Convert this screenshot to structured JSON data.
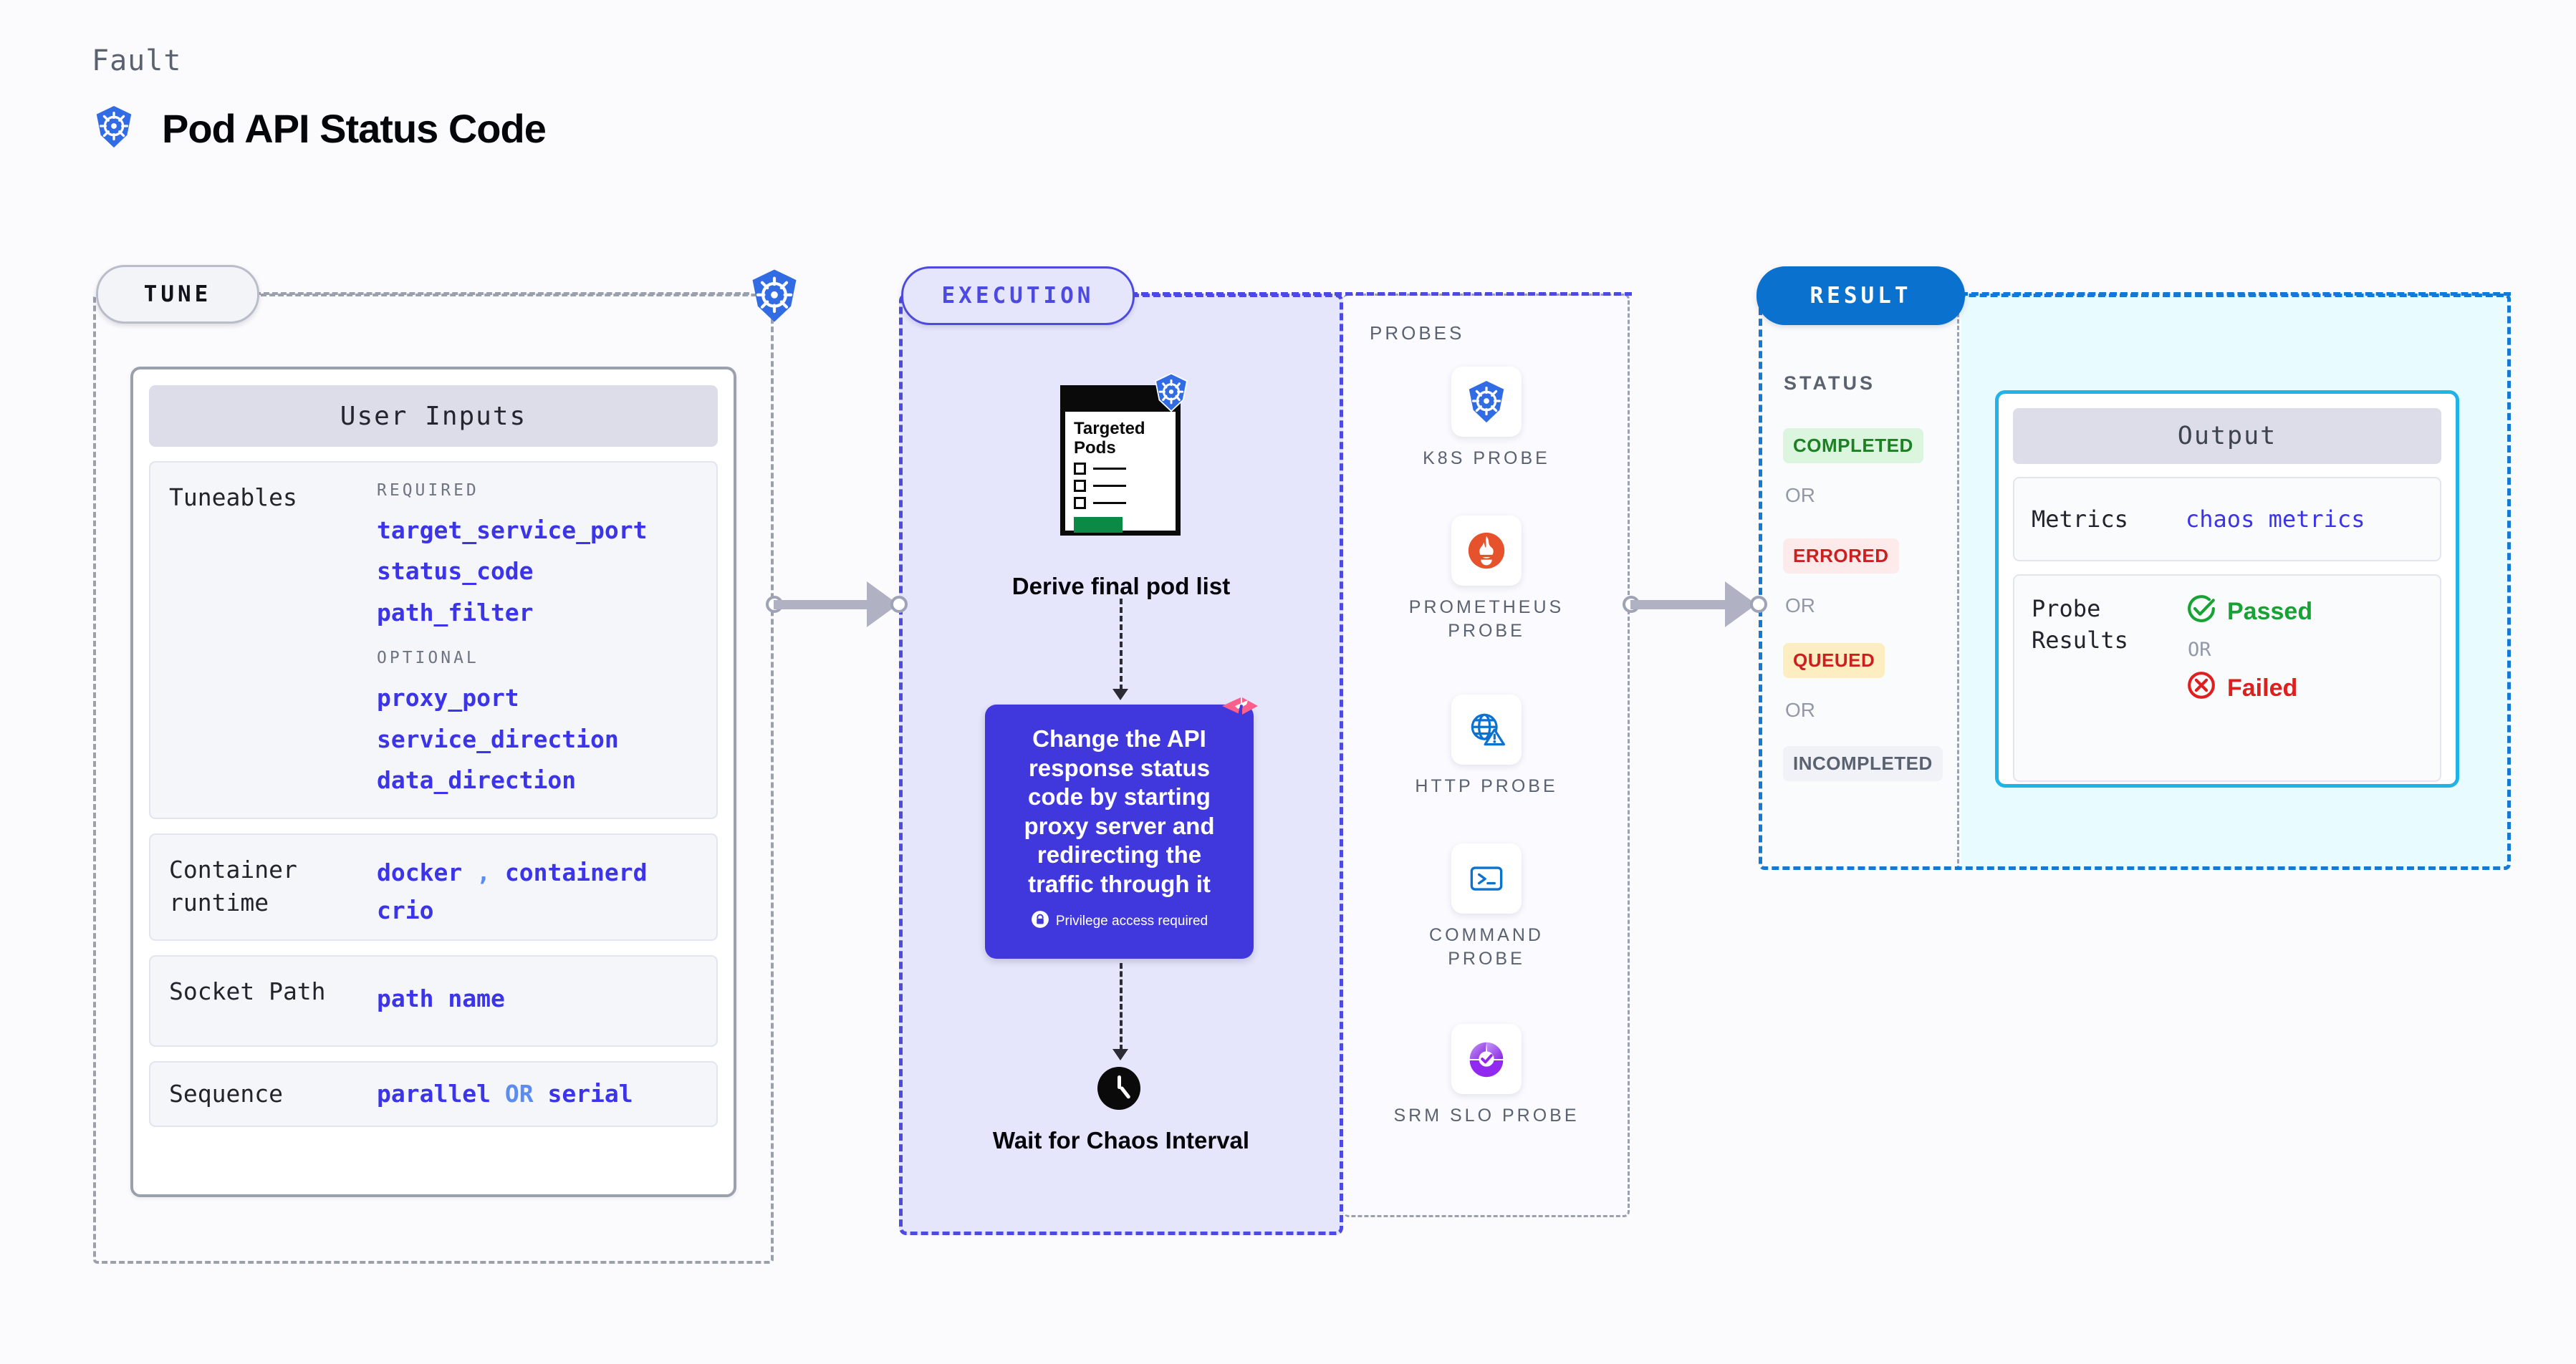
{
  "header": {
    "eyebrow": "Fault",
    "title": "Pod API Status Code",
    "logo_icon": "kubernetes-icon"
  },
  "sections": {
    "tune": {
      "pill": "TUNE",
      "badge_icon": "kubernetes-icon"
    },
    "execution": {
      "pill": "EXECUTION"
    },
    "result": {
      "pill": "RESULT"
    }
  },
  "tune": {
    "card_title": "User Inputs",
    "rows": [
      {
        "label": "Tuneables",
        "groups": [
          {
            "kind": "REQUIRED",
            "items": [
              "target_service_port",
              "status_code",
              "path_filter"
            ]
          },
          {
            "kind": "OPTIONAL",
            "items": [
              "proxy_port",
              "service_direction",
              "data_direction"
            ]
          }
        ]
      },
      {
        "label": "Container runtime",
        "line1_a": "docker",
        "line1_sep": ",",
        "line1_b": "containerd",
        "line2": "crio"
      },
      {
        "label": "Socket Path",
        "value": "path name"
      },
      {
        "label": "Sequence",
        "value_a": "parallel",
        "separator": "OR",
        "value_b": "serial"
      }
    ]
  },
  "execution": {
    "targeted_card": {
      "title": "Targeted Pods",
      "badge_icon": "kubernetes-icon"
    },
    "derive_label": "Derive final pod list",
    "action": {
      "text": "Change the API response status code by starting proxy server and redirecting the traffic through it",
      "privilege_note": "Privilege access required",
      "privilege_icon": "lock-icon",
      "ribbon_icon": "litmus-chaos-icon"
    },
    "wait": {
      "label": "Wait for Chaos Interval",
      "icon": "clock-icon"
    }
  },
  "probes": {
    "title": "PROBES",
    "items": [
      {
        "label": "K8S PROBE",
        "icon": "kubernetes-icon"
      },
      {
        "label": "PROMETHEUS PROBE",
        "icon": "prometheus-icon"
      },
      {
        "label": "HTTP PROBE",
        "icon": "globe-warning-icon"
      },
      {
        "label": "COMMAND PROBE",
        "icon": "terminal-icon"
      },
      {
        "label": "SRM SLO PROBE",
        "icon": "srm-slo-icon"
      }
    ]
  },
  "result": {
    "status_title": "STATUS",
    "or_label": "OR",
    "statuses": [
      {
        "label": "COMPLETED",
        "bg": "#dcf5de",
        "fg": "#1b8123"
      },
      {
        "label": "ERRORED",
        "bg": "#fdeaea",
        "fg": "#cc2020"
      },
      {
        "label": "QUEUED",
        "bg": "#fdeec2",
        "fg": "#cc2020"
      },
      {
        "label": "INCOMPLETED",
        "bg": "#f1f2f7",
        "fg": "#5a6270"
      }
    ],
    "output": {
      "title": "Output",
      "metrics_label": "Metrics",
      "metrics_value": "chaos metrics",
      "probe_results_label": "Probe Results",
      "passed": "Passed",
      "failed": "Failed",
      "or_label": "OR",
      "passed_icon": "check-circle-icon",
      "failed_icon": "x-circle-icon"
    }
  },
  "colors": {
    "accent_blue": "#3b34e8",
    "execution_fill": "#e5e5fb",
    "result_border": "#1478d4",
    "output_border": "#20b3e8",
    "k8s_blue": "#326ce5",
    "litmus_pink": "#fc5f8c"
  }
}
